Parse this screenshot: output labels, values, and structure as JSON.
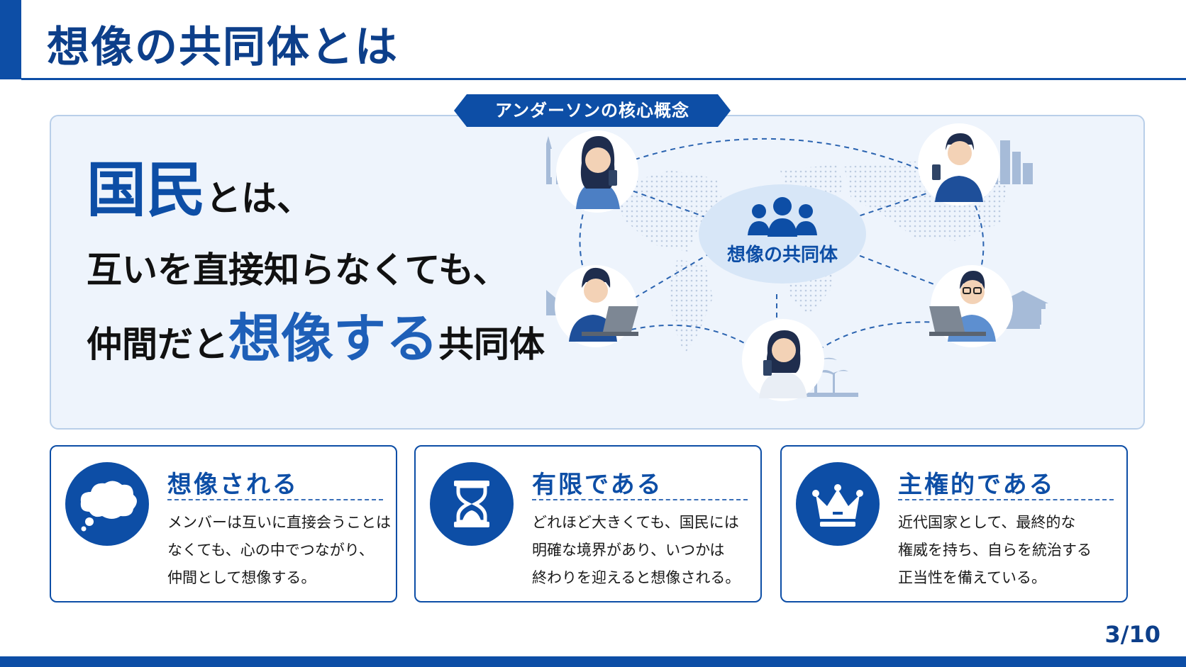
{
  "slide": {
    "title": "想像の共同体とは",
    "page_number": "3/10"
  },
  "hero": {
    "tab_label": "アンダーソンの核心概念",
    "line1_emph": "国民",
    "line1_rest": "とは、",
    "line2": "互いを直接知らなくても、",
    "line3_pre": "仲間だと",
    "line3_emph": "想像する",
    "line3_post": "共同体",
    "center_label": "想像の共同体"
  },
  "cards": [
    {
      "title": "想像される",
      "icon": "thought-bubble-icon",
      "lines": [
        "メンバーは互いに直接会うことは",
        "なくても、心の中でつながり、",
        "仲間として想像する。"
      ]
    },
    {
      "title": "有限である",
      "icon": "hourglass-icon",
      "lines": [
        "どれほど大きくても、国民には",
        "明確な境界があり、いつかは",
        "終わりを迎えると想像される。"
      ]
    },
    {
      "title": "主権的である",
      "icon": "crown-icon",
      "lines": [
        "近代国家として、最終的な",
        "権威を持ち、自らを統治する",
        "正当性を備えている。"
      ]
    }
  ],
  "colors": {
    "primary": "#0d4ea6",
    "title_text": "#0d3f8a",
    "hero_bg": "#eef4fc",
    "hero_border": "#b9cfe9"
  }
}
